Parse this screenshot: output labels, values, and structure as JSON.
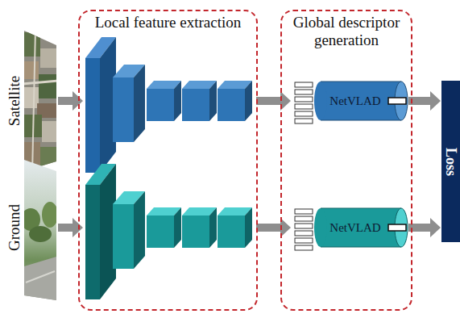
{
  "diagram": {
    "nodes": [
      {
        "text": [
          "Local feature extraction"
        ]
      },
      {
        "text": [
          "Global descriptor generation"
        ]
      },
      {
        "text": [
          "NetVLAD"
        ],
        "in": 1
      },
      {
        "text": [
          "NetVLAD"
        ],
        "in": 1
      },
      {
        "text": [
          "Loss"
        ]
      }
    ],
    "edges": [
      {
        "from": 2,
        "to": 4,
        "arrow": "to"
      },
      {
        "from": 3,
        "to": 4,
        "arrow": "to"
      }
    ],
    "labels": [
      "Satellite",
      "Ground"
    ]
  }
}
